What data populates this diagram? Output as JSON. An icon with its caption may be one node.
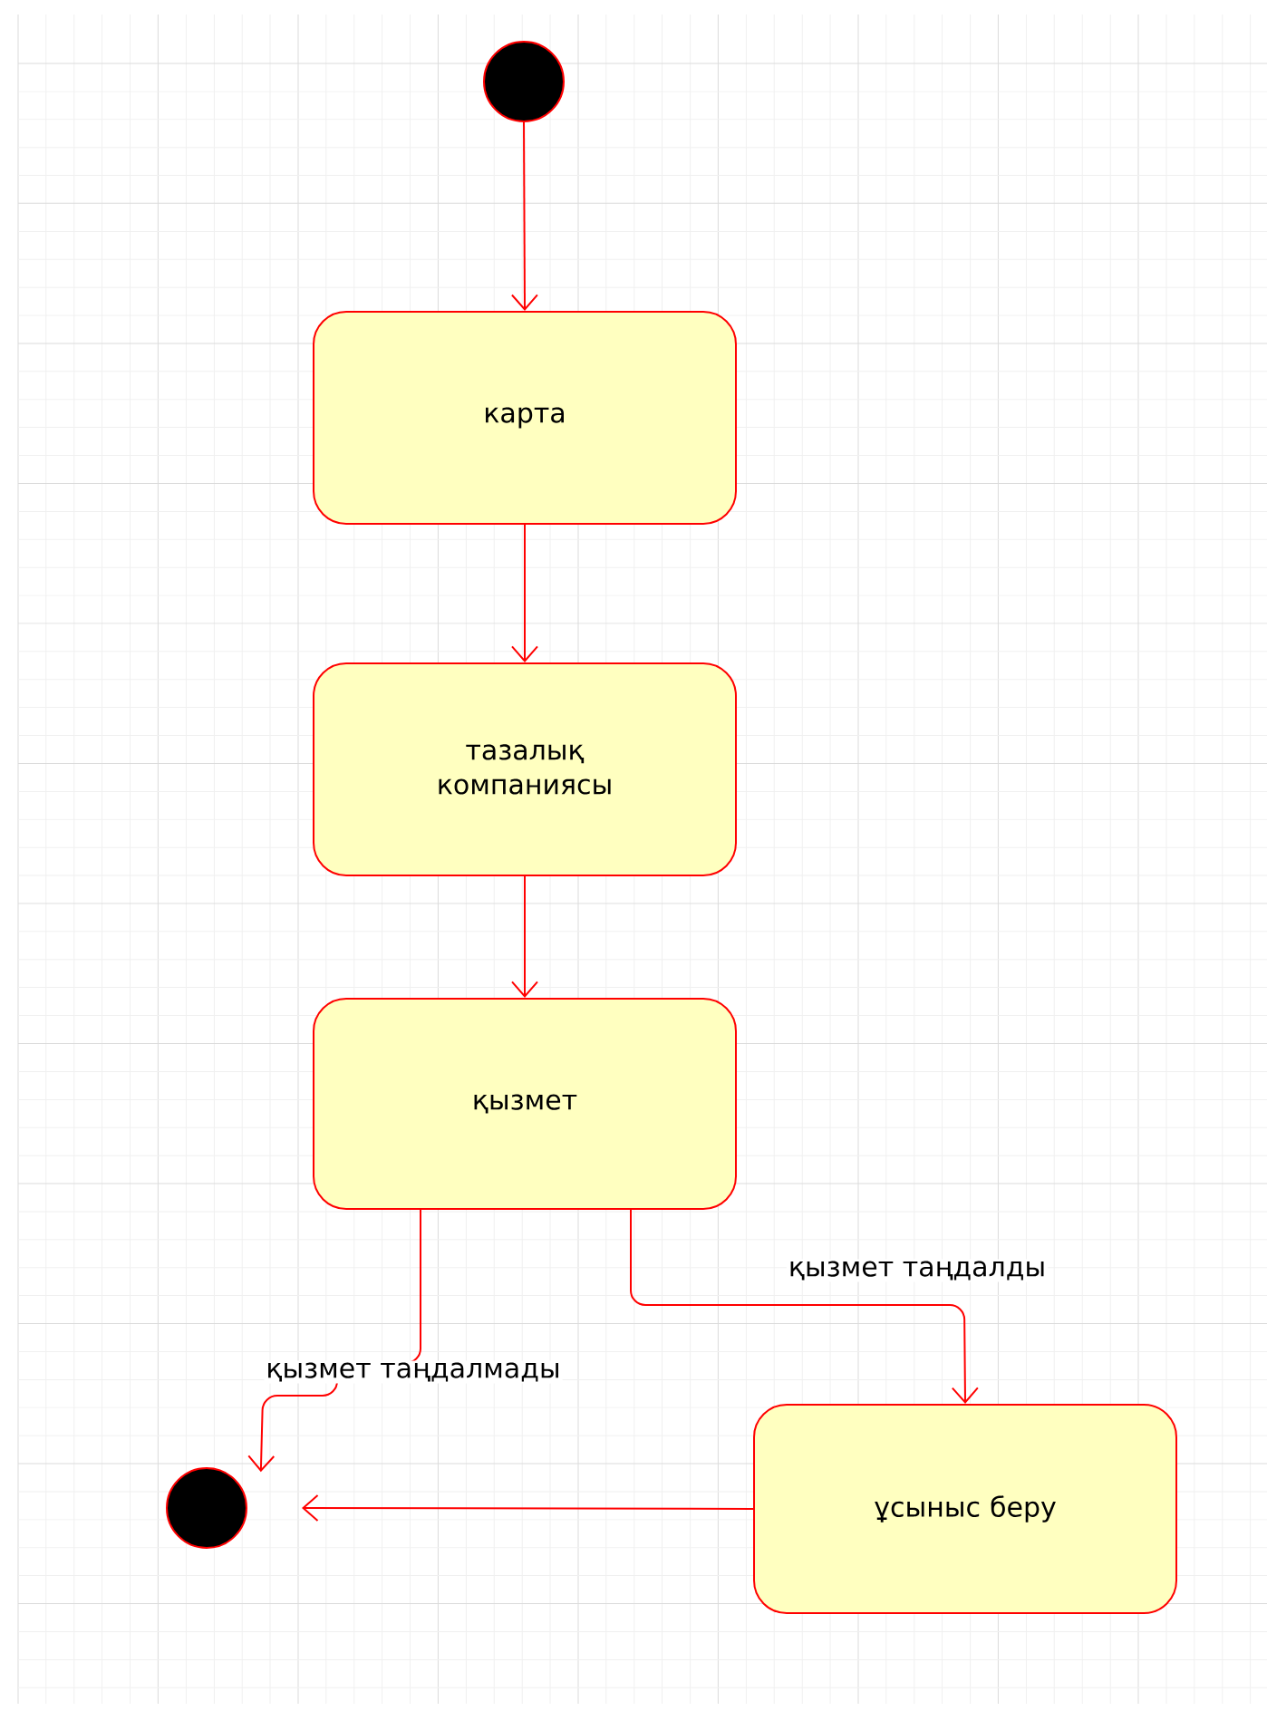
{
  "diagram": {
    "nodes": [
      {
        "text": [],
        "shape": "circle"
      },
      {
        "text": [
          "карта"
        ]
      },
      {
        "text": [
          "тазалық компаниясы"
        ]
      },
      {
        "text": [
          "қызмет"
        ]
      },
      {
        "text": [],
        "shape": "circle"
      },
      {
        "text": [
          "ұсыныс беру"
        ]
      }
    ],
    "edges": [
      {
        "from": 0,
        "to": 1,
        "arrow": "to"
      },
      {
        "from": 1,
        "to": 2,
        "arrow": "to"
      },
      {
        "from": 2,
        "to": 3,
        "arrow": "to"
      },
      {
        "from": 3,
        "to": 4,
        "arrow": "to",
        "label": "қызмет таңдалмады"
      },
      {
        "from": 3,
        "to": 5,
        "arrow": "to",
        "label": "қызмет таңдалды"
      },
      {
        "from": 5,
        "to": 4,
        "arrow": "to"
      }
    ]
  }
}
